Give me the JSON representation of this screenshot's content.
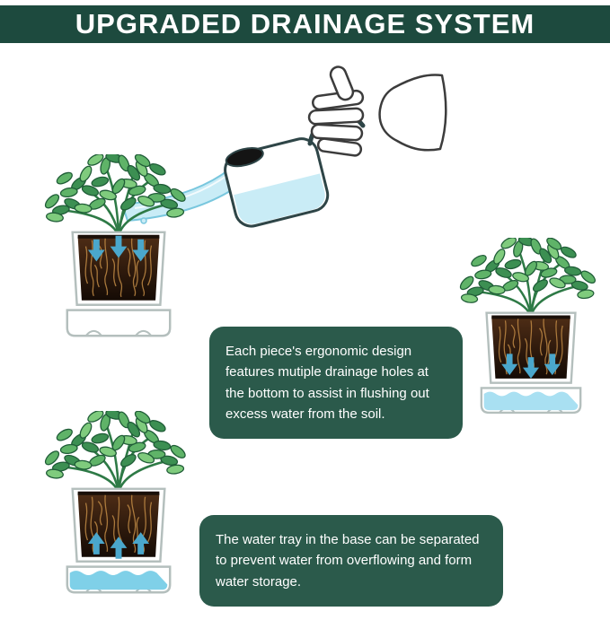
{
  "banner": {
    "title": "UPGRADED DRAINAGE SYSTEM"
  },
  "callouts": {
    "drainage_holes": "Each piece's ergonomic design features mutiple drainage holes at the bottom to assist in flushing out excess water from the soil.",
    "water_tray": "The water tray in the base can be separated to prevent water from overflowing and form water storage."
  },
  "illustrations": {
    "watering_can": "hand-pouring-watering-can",
    "planter_top_left": "planter-water-soaking-down",
    "planter_right": "planter-draining-into-tray",
    "planter_bottom_left": "planter-tray-water-storage"
  },
  "colors": {
    "banner_bg": "#1d4a3e",
    "callout_bg": "#2b5a4b",
    "text_on_green": "#ffffff",
    "arrow_blue": "#4aa7cc",
    "water_light": "#c9ecf6",
    "water_mid": "#a9e0f2",
    "water_bright": "#7fd0e8",
    "leaf_green": "#5fb368",
    "stem_green": "#2e7a46",
    "soil_dark": "#301b0d",
    "root_tan": "#c08a45",
    "pot_outline": "#b4bfbd",
    "can_outline": "#2e4547"
  }
}
